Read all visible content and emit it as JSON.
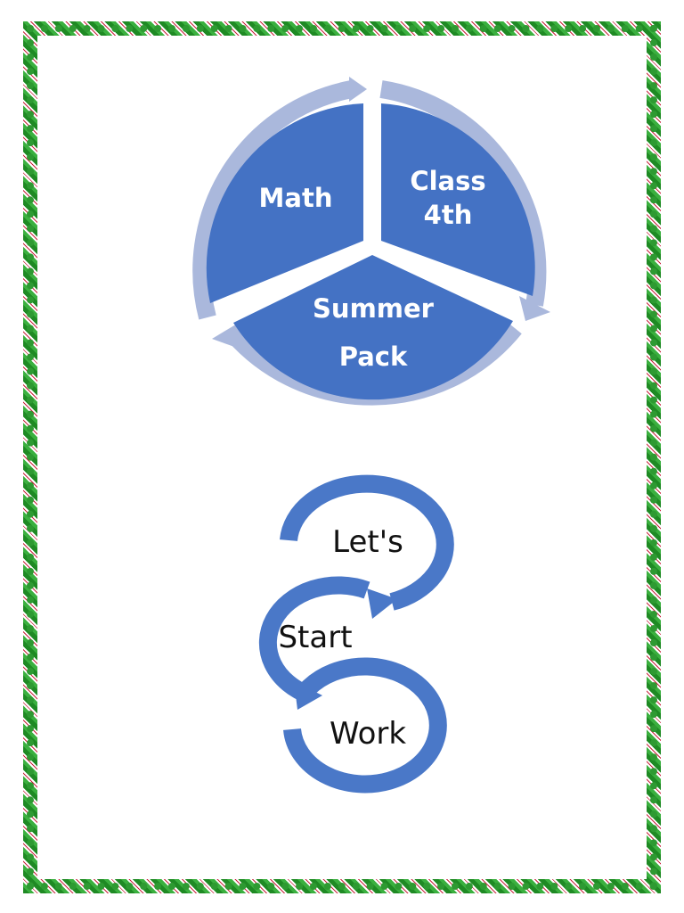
{
  "cycle_diagram": {
    "segments": [
      {
        "label": "Math"
      },
      {
        "label_line1": "Class",
        "label_line2": "4th"
      },
      {
        "label_line1": "Summer",
        "label_line2": "Pack"
      }
    ],
    "colors": {
      "segment": "#4472c4",
      "ring": "#aab8dc",
      "text": "#ffffff"
    }
  },
  "flow_diagram": {
    "steps": [
      "Let's",
      "Start",
      "Work"
    ],
    "colors": {
      "stroke": "#4a78c8",
      "text": "#111111"
    }
  },
  "border": {
    "colors": {
      "leaf": "#2e9a32",
      "berry": "#c8233b"
    }
  }
}
